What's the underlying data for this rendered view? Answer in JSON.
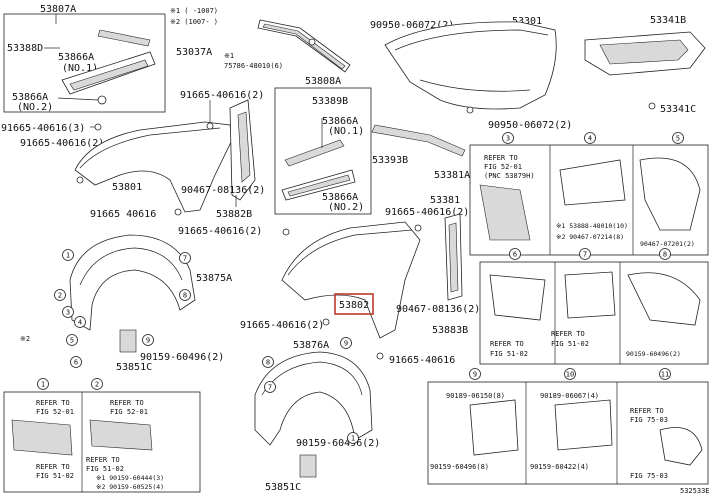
{
  "labels": {
    "p53807A": "53807A",
    "p53388D": "53388D",
    "p53866A_1": "53866A",
    "no1_a": "(NO.1)",
    "p53866A_2": "53866A",
    "no2_a": "(NO.2)",
    "n91665_3": "91665-40616(3)",
    "n91665_2a": "91665-40616(2)",
    "p53801": "53801",
    "n91665_plain": "91665 40616",
    "n91665_2b": "91665-40616(2)",
    "n91665_2c": "91665-40616(2)",
    "p53882B": "53882B",
    "n90467_2": "90467-08136(2)",
    "foot1": "※1 (  -1007)",
    "foot2": "※2 (1007-  )",
    "p53037A": "53037A",
    "n75786": "75786-48010(6)",
    "star1_a": "※1",
    "p53808A": "53808A",
    "p53389B": "53389B",
    "p53866A_3": "53866A",
    "no1_b": "(NO.1)",
    "p53866A_4": "53866A",
    "no2_b": "(NO.2)",
    "n90950_2a": "90950-06072(2)",
    "p53301": "53301",
    "n90950_2b": "90950-06072(2)",
    "p53341B": "53341B",
    "p53341C": "53341C",
    "p53393B": "53393B",
    "p53381A": "53381A",
    "p53381": "53381",
    "n91665_2d": "91665-40616(2)",
    "p53802": "53802",
    "n90467_2b": "90467-08136(2)",
    "p53883B": "53883B",
    "n91665_2e": "91665-40616(2)",
    "n91665_f": "91665-40616",
    "p53875A": "53875A",
    "n90159_2a": "90159-60496(2)",
    "p53851C": "53851C",
    "star2_a": "※2",
    "p53876A": "53876A",
    "n90159_2b": "90159-60496(2)",
    "p53851C_b": "53851C",
    "refer_fig5201_a": "REFER TO",
    "fig5201_a": "FIG 52-01",
    "pnc53879": "(PNC 53879H)",
    "n53888": "※1 53888-48010(10)",
    "n90467_07214": "※2 90467-07214(8)",
    "n90467_07201": "90467-07201(2)",
    "refer_fig5102_a": "REFER TO",
    "fig5102_a": "FIG 51-02",
    "refer_fig5102_b": "REFER TO",
    "fig5102_b": "FIG 51-02",
    "n90159_2c": "90159-60496(2)",
    "refer_fig5201_b": "REFER TO",
    "fig5201_b": "FIG 52-01",
    "refer_fig5102_c": "REFER TO",
    "fig5102_c": "FIG 51-02",
    "refer_fig5201_c": "REFER TO",
    "fig5201_c": "FIG 52-01",
    "refer_fig5102_d": "REFER TO",
    "fig5102_d": "FIG 51-02",
    "n90159_60444": "※1 90159-60444(3)",
    "n90159_60525": "※2 90159-60525(4)",
    "n90189_06150": "90189-06150(8)",
    "n90159_2d": "90159-60496(8)",
    "n90189_06067": "90189-06067(4)",
    "n90159_60422": "90159-60422(4)",
    "refer_fig7503_a": "REFER TO",
    "fig7503_a": "FIG 75-03",
    "fig7503_b": "FIG 75-03",
    "diagram_code": "532533E"
  },
  "callouts": [
    "1",
    "2",
    "3",
    "4",
    "5",
    "6",
    "7",
    "8",
    "9",
    "10",
    "11"
  ]
}
